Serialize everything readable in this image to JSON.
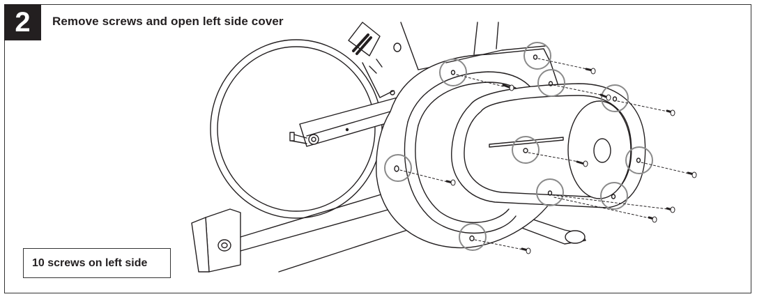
{
  "step": {
    "number": "2"
  },
  "title": "Remove screws and open left side cover",
  "note": "10 screws on left side",
  "colors": {
    "line": "#231f20",
    "highlight": "#8a8a8a",
    "step_bg": "#231f20"
  }
}
